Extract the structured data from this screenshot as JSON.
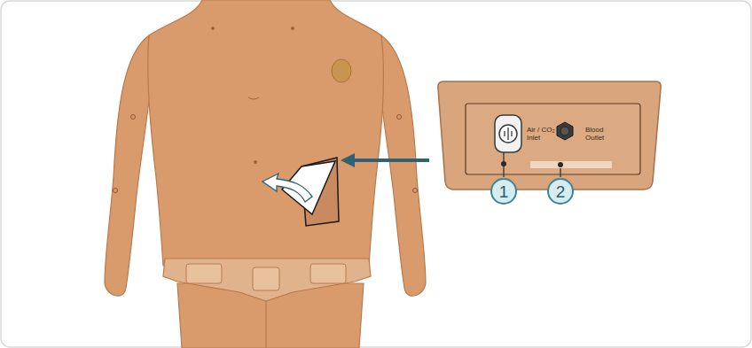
{
  "diagram": {
    "nodes": [
      {
        "text": [
          "1"
        ]
      },
      {
        "text": [
          "2"
        ]
      }
    ],
    "labels": [
      "Air / CO₂ Inlet",
      "Blood Outlet"
    ]
  }
}
